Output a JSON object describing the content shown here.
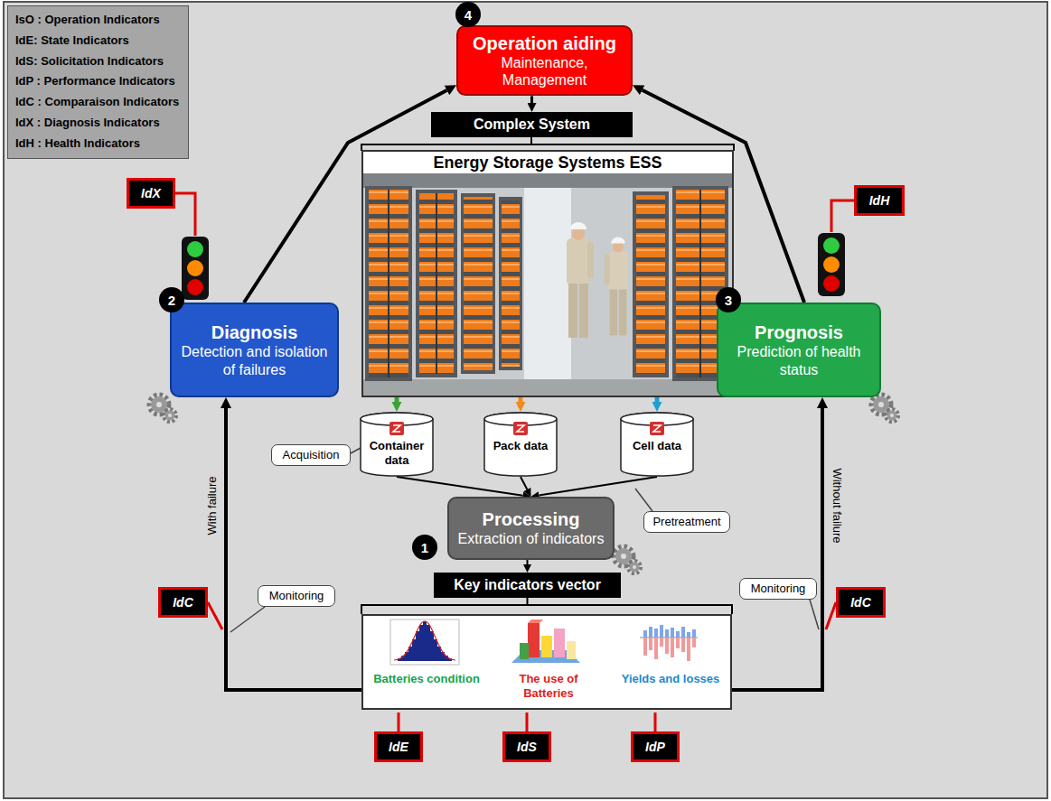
{
  "diagram": {
    "nodes": [
      {
        "text": [
          "IsO : Operation Indicators",
          "IdE: State Indicators",
          "IdS: Solicitation Indicators",
          "IdP : Performance Indicators",
          "IdC : Comparaison Indicators",
          "IdX : Diagnosis Indicators",
          "IdH : Health Indicators"
        ]
      },
      {
        "text": [
          "Operation aiding",
          "Maintenance, Management"
        ]
      },
      {
        "text": [
          "Complex System"
        ]
      },
      {
        "text": [
          "IdX"
        ]
      },
      {
        "text": [
          "IdH"
        ]
      },
      {
        "text": [
          "Diagnosis",
          "Detection and isolation of failures"
        ]
      },
      {
        "text": [
          "Energy Storage Systems ESS"
        ]
      },
      {
        "text": [
          "Prognosis",
          "Prediction of health status"
        ]
      },
      {
        "text": [
          "Acquisition"
        ]
      },
      {
        "text": [
          "Container data"
        ]
      },
      {
        "text": [
          "Pack data"
        ]
      },
      {
        "text": [
          "Cell data"
        ]
      },
      {
        "text": [
          "Processing",
          "Extraction of indicators"
        ]
      },
      {
        "text": [
          "Pretreatment"
        ]
      },
      {
        "text": [
          "Key indicators vector"
        ]
      },
      {
        "text": [
          "IdC"
        ]
      },
      {
        "text": [
          "Monitoring"
        ]
      },
      {
        "text": [
          "Monitoring"
        ]
      },
      {
        "text": [
          "IdC"
        ]
      },
      {
        "text": [
          "Batteries condition",
          "The use of Batteries",
          "Yields and losses"
        ]
      },
      {
        "text": [
          "IdE"
        ]
      },
      {
        "text": [
          "IdS"
        ]
      },
      {
        "text": [
          "IdP"
        ]
      }
    ],
    "edges": [
      {
        "from": 1,
        "to": 2,
        "arrow": "to"
      },
      {
        "from": 6,
        "to": 9,
        "arrow": "to"
      },
      {
        "from": 6,
        "to": 10,
        "arrow": "to"
      },
      {
        "from": 6,
        "to": 11,
        "arrow": "to"
      },
      {
        "from": 9,
        "to": 12,
        "arrow": "to"
      },
      {
        "from": 10,
        "to": 12,
        "arrow": "to"
      },
      {
        "from": 11,
        "to": 12,
        "arrow": "to"
      },
      {
        "from": 12,
        "to": 14,
        "arrow": "to"
      },
      {
        "from": 19,
        "to": 5,
        "label": "With failure",
        "arrow": "to"
      },
      {
        "from": 19,
        "to": 7,
        "label": "Without failure",
        "arrow": "to"
      },
      {
        "from": 5,
        "to": 1,
        "arrow": "to"
      },
      {
        "from": 7,
        "to": 1,
        "arrow": "to"
      }
    ],
    "labels": [
      "4",
      "2",
      "3",
      "1"
    ]
  }
}
